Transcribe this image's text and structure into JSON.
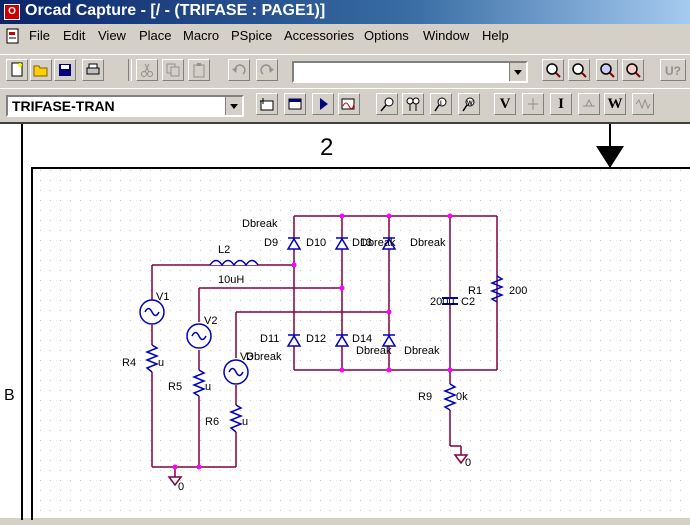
{
  "window": {
    "title": "Orcad Capture - [/ - (TRIFASE : PAGE1)]"
  },
  "menu": [
    "File",
    "Edit",
    "View",
    "Place",
    "Macro",
    "PSpice",
    "Accessories",
    "Options",
    "Window",
    "Help"
  ],
  "toolbar": {
    "part_combo_value": "",
    "profile_value": "TRIFASE-TRAN",
    "v_label": "V",
    "i_label": "I",
    "w_label": "W"
  },
  "schematic": {
    "border": {
      "column_label": "2",
      "row_label": "B"
    },
    "parts": {
      "L2": {
        "ref": "L2",
        "value": "10uH"
      },
      "V1": {
        "ref": "V1"
      },
      "V2": {
        "ref": "V2"
      },
      "V3": {
        "ref": "V3"
      },
      "R4": {
        "ref": "R4",
        "value": "u"
      },
      "R5": {
        "ref": "R5",
        "value": "u"
      },
      "R6": {
        "ref": "R6",
        "value": "u"
      },
      "R1": {
        "ref": "R1",
        "value": "200"
      },
      "R9": {
        "ref": "R9",
        "value": "0k"
      },
      "C2": {
        "ref": "C2",
        "value": "200u"
      },
      "D9": {
        "ref": "D9"
      },
      "D10": {
        "ref": "D10"
      },
      "D13": {
        "ref": "D13"
      },
      "D11": {
        "ref": "D11"
      },
      "D12": {
        "ref": "D12"
      },
      "D14": {
        "ref": "D14"
      }
    },
    "model_labels": [
      "Dbreak",
      "Dbreak",
      "Dbreak",
      "Dbreak",
      "Dbreak",
      "Dbreak"
    ],
    "ground_labels": [
      "0",
      "0"
    ]
  },
  "colors": {
    "wire": "#800040",
    "part": "#0000c0",
    "junction": "#ff00ff",
    "title_start": "#0a246a"
  }
}
